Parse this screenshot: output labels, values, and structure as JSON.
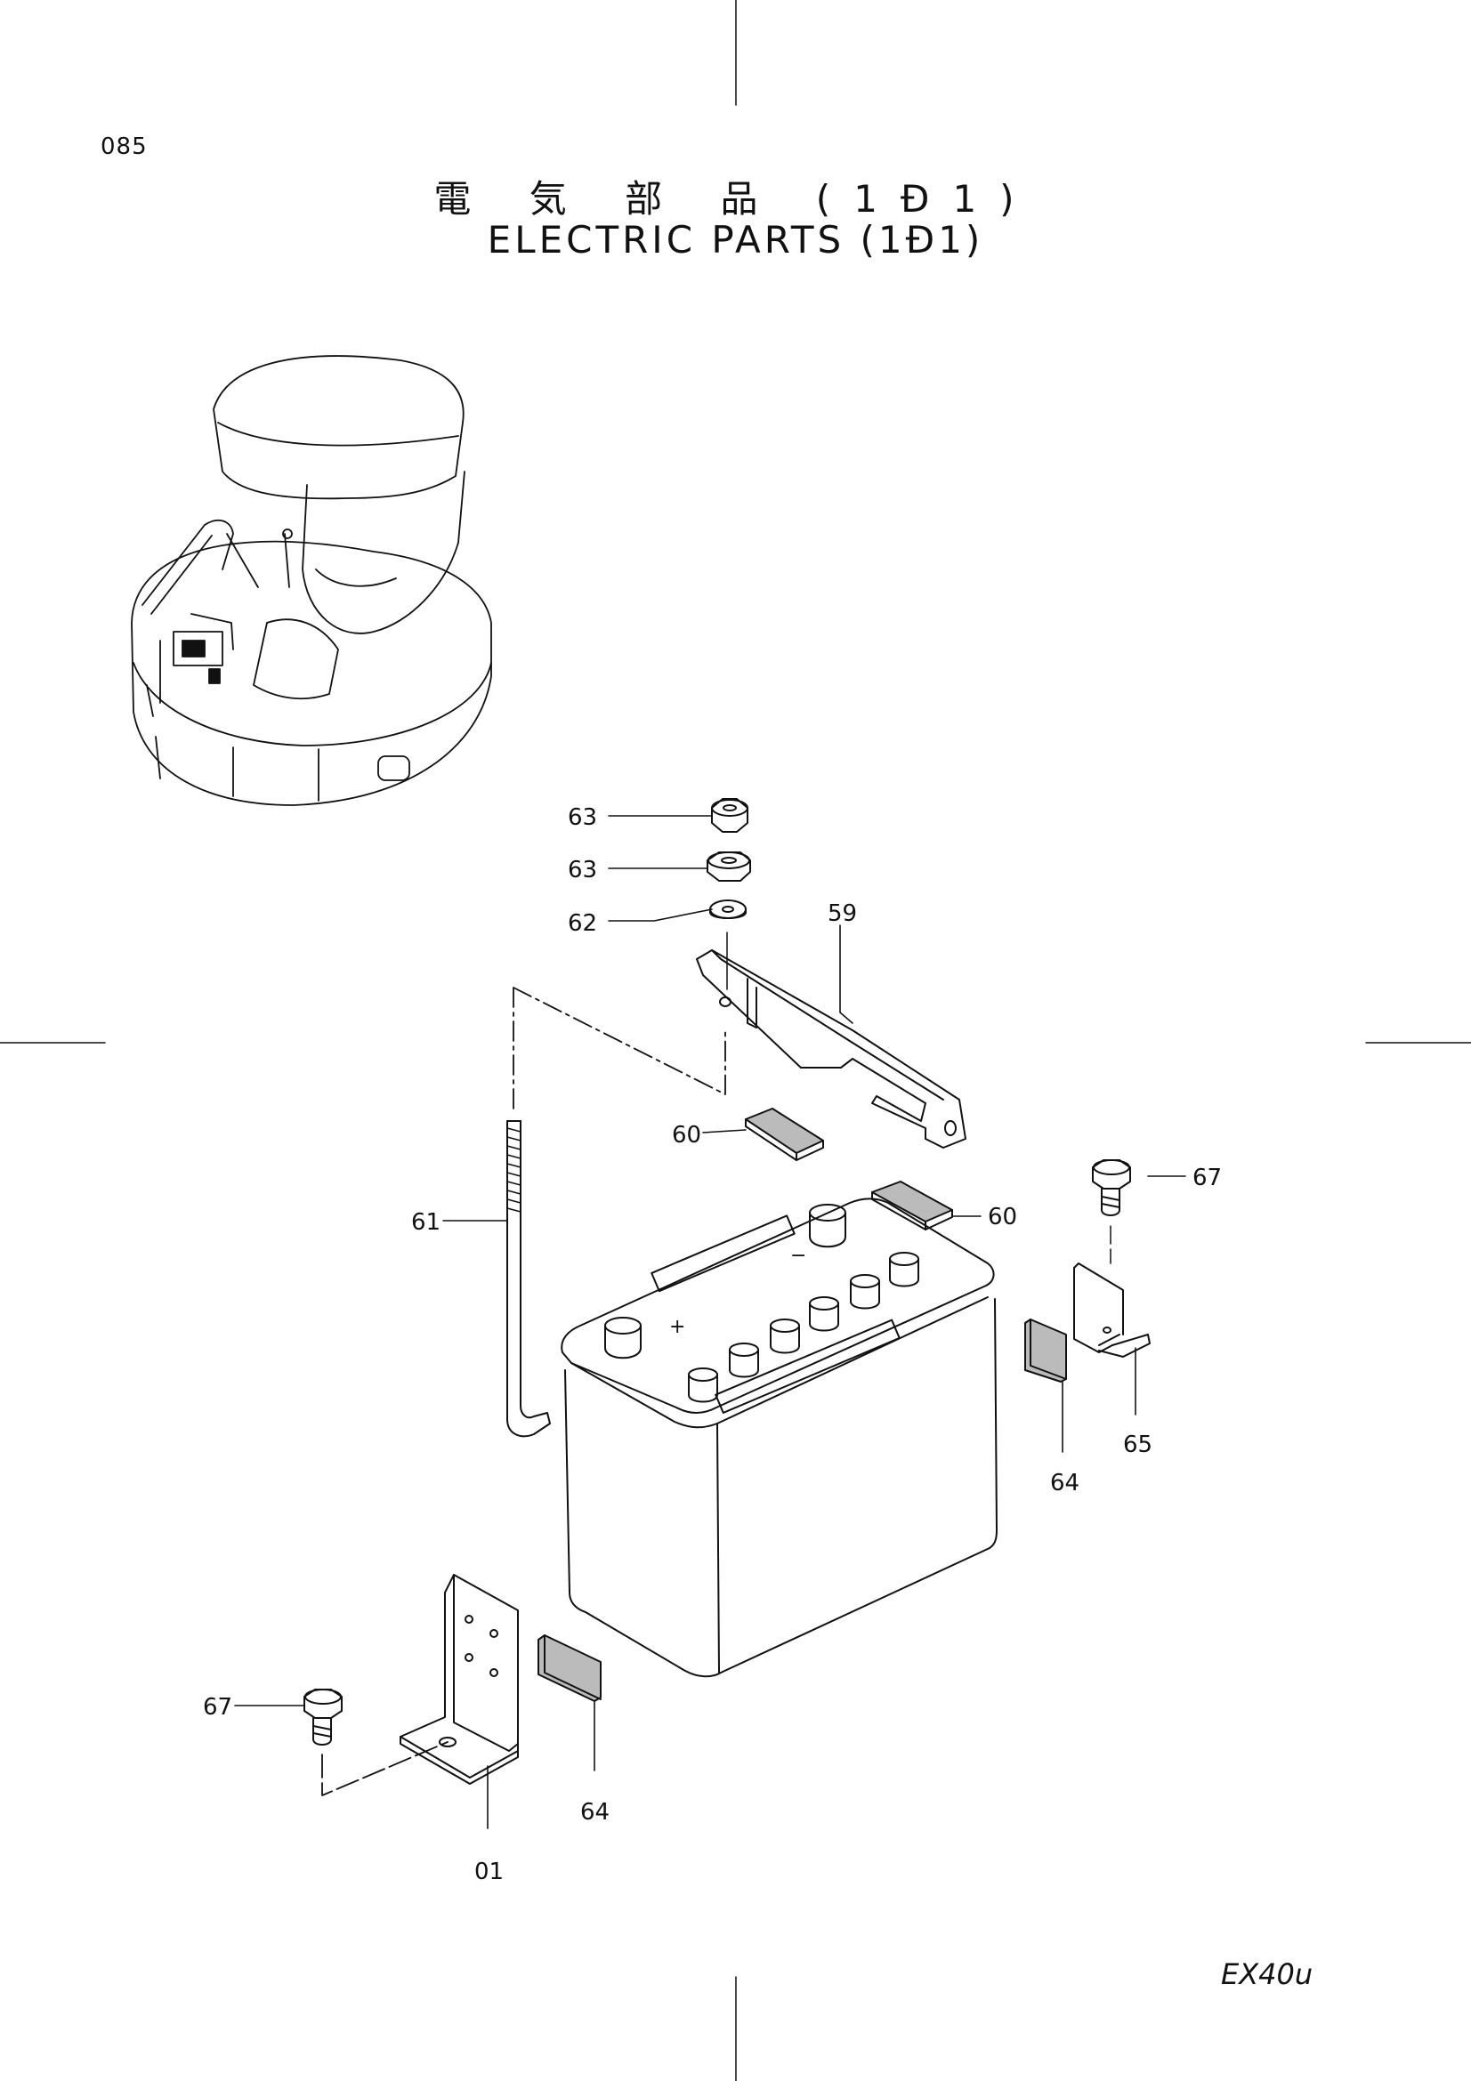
{
  "page_number": "085",
  "title_jp": "電 気 部 品 (1Ð1)",
  "title_en": "ELECTRIC PARTS (1Ð1)",
  "model": "EX40u",
  "callouts": {
    "c63a": "63",
    "c63b": "63",
    "c62": "62",
    "c59": "59",
    "c60a": "60",
    "c60b": "60",
    "c61": "61",
    "c67a": "67",
    "c65": "65",
    "c64a": "64",
    "c67b": "67",
    "c64b": "64",
    "c01": "01"
  }
}
